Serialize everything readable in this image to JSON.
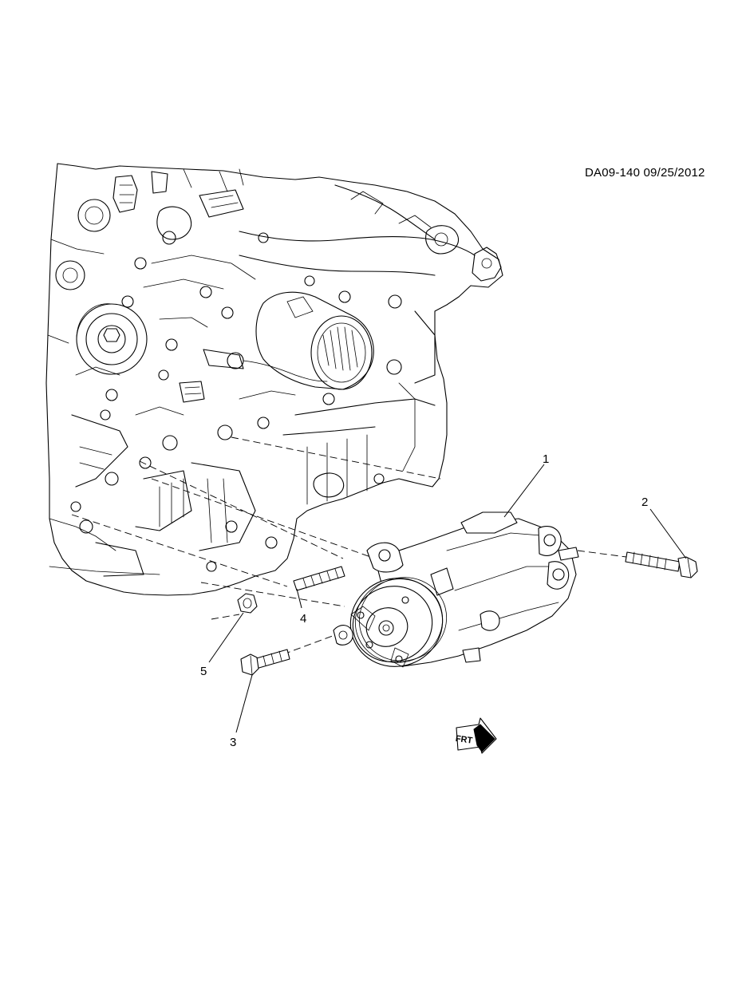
{
  "document": {
    "id_date": "DA09-140 09/25/2012"
  },
  "callouts": [
    {
      "number": "1",
      "part": "compressor"
    },
    {
      "number": "2",
      "part": "bolt-long"
    },
    {
      "number": "3",
      "part": "bolt-short"
    },
    {
      "number": "4",
      "part": "stud"
    },
    {
      "number": "5",
      "part": "nut"
    }
  ],
  "orientation_symbol": {
    "label": "FRT"
  }
}
